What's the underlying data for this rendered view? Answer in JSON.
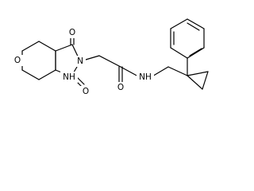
{
  "molecule": {
    "atom_labels": {
      "ketone_o": "O",
      "urea_o": "O",
      "ring_o": "O",
      "amide_o": "O",
      "ring_n": "N",
      "amine_nh": "NH",
      "amide_nh": "NH"
    },
    "colors": {
      "bond": "#000000",
      "label": "#000000",
      "background": "#ffffff"
    }
  }
}
